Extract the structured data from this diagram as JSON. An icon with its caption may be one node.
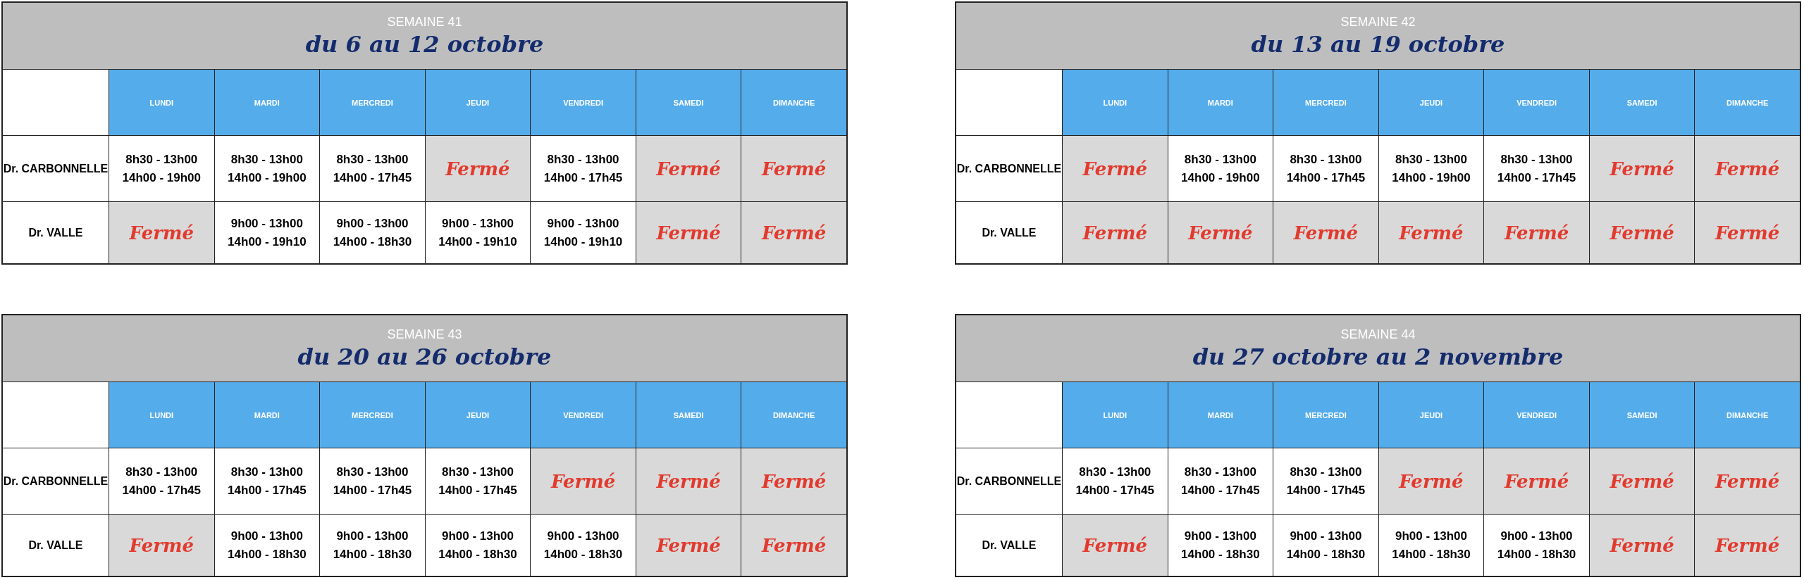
{
  "diagram": {
    "labels": [
      "SEMAINE 41",
      "du 6 au 12 octobre",
      "LUNDI",
      "MARDI",
      "MERCREDI",
      "JEUDI",
      "VENDREDI",
      "SAMEDI",
      "DIMANCHE",
      "Dr. CARBONNELLE",
      "8h30 - 13h00 14h00 - 19h00",
      "8h30 - 13h00 14h00 - 19h00",
      "8h30 - 13h00 14h00 - 17h45",
      "Fermé",
      "8h30 - 13h00 14h00 - 17h45",
      "Fermé",
      "Fermé",
      "Dr. VALLE",
      "Fermé",
      "9h00 - 13h00 14h00 - 19h10",
      "9h00 - 13h00 14h00 - 18h30",
      "9h00 - 13h00 14h00 - 19h10",
      "9h00 - 13h00 14h00 - 19h10",
      "Fermé",
      "Fermé",
      "SEMAINE 42",
      "du 13 au 19 octobre",
      "LUNDI",
      "MARDI",
      "MERCREDI",
      "JEUDI",
      "VENDREDI",
      "SAMEDI",
      "DIMANCHE",
      "Dr. CARBONNELLE",
      "Fermé",
      "8h30 - 13h00 14h00 - 19h00",
      "8h30 - 13h00 14h00 - 17h45",
      "8h30 - 13h00 14h00 - 19h00",
      "8h30 - 13h00 14h00 - 17h45",
      "Fermé",
      "Fermé",
      "Dr. VALLE",
      "Fermé",
      "Fermé",
      "Fermé",
      "Fermé",
      "Fermé",
      "Fermé",
      "Fermé",
      "SEMAINE 43",
      "du 20 au 26 octobre",
      "LUNDI",
      "MARDI",
      "MERCREDI",
      "JEUDI",
      "VENDREDI",
      "SAMEDI",
      "DIMANCHE",
      "Dr. CARBONNELLE",
      "8h30 - 13h00 14h00 - 17h45",
      "8h30 - 13h00 14h00 - 17h45",
      "8h30 - 13h00 14h00 - 17h45",
      "8h30 - 13h00 14h00 - 17h45",
      "Fermé",
      "Fermé",
      "Fermé",
      "Dr. VALLE",
      "Fermé",
      "9h00 - 13h00 14h00 - 18h30",
      "9h00 - 13h00 14h00 - 18h30",
      "9h00 - 13h00 14h00 - 18h30",
      "9h00 - 13h00 14h00 - 18h30",
      "Fermé",
      "Fermé",
      "SEMAINE 44",
      "du 27 octobre au 2 novembre",
      "LUNDI",
      "MARDI",
      "MERCREDI",
      "JEUDI",
      "VENDREDI",
      "SAMEDI",
      "DIMANCHE",
      "Dr. CARBONNELLE",
      "8h30 - 13h00 14h00 - 17h45",
      "8h30 - 13h00 14h00 - 17h45",
      "8h30 - 13h00 14h00 - 17h45",
      "Fermé",
      "Fermé",
      "Fermé",
      "Fermé",
      "Dr. VALLE",
      "Fermé",
      "9h00 - 13h00 14h00 - 18h30",
      "9h00 - 13h00 14h00 - 18h30",
      "9h00 - 13h00 14h00 - 18h30",
      "9h00 - 13h00 14h00 - 18h30",
      "Fermé",
      "Fermé"
    ]
  }
}
